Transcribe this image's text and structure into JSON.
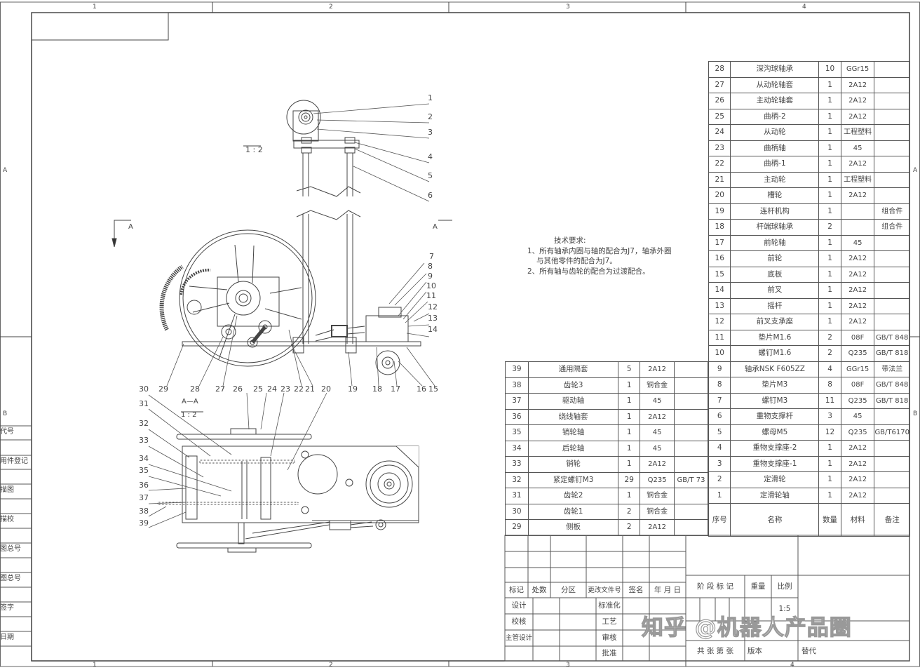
{
  "frame": {
    "zones_top": [
      "1",
      "2",
      "3",
      "4"
    ],
    "zones_bottom": [
      "1",
      "2",
      "3",
      "4"
    ],
    "rows_left": [
      "A",
      "B"
    ],
    "rows_right": [
      "A",
      "B"
    ]
  },
  "left_margin": {
    "labels": [
      "代号",
      "用件登记",
      "描图",
      "描校",
      "图总号",
      "图总号",
      "签字",
      "日期"
    ]
  },
  "views": {
    "main_scale": "1 : 2",
    "section_arrow_left": "A",
    "section_arrow_right": "A",
    "section_title": "A—A",
    "section_scale": "1 : 2"
  },
  "balloons": [
    "1",
    "2",
    "3",
    "4",
    "5",
    "6",
    "7",
    "8",
    "9",
    "10",
    "11",
    "12",
    "13",
    "14",
    "15",
    "16",
    "17",
    "18",
    "19",
    "20",
    "21",
    "22",
    "23",
    "24",
    "25",
    "26",
    "27",
    "28",
    "29",
    "30",
    "31",
    "32",
    "33",
    "34",
    "35",
    "36",
    "37",
    "38",
    "39"
  ],
  "technical_requirements": {
    "title": "技术要求:",
    "lines": [
      "1、所有轴承内圈与轴的配合为J7，轴承外圈",
      "与其他零件的配合为J7。",
      "2、所有轴与齿轮的配合为过渡配合。"
    ]
  },
  "bom_right": [
    [
      "28",
      "深沟球轴承",
      "10",
      "GGr15",
      ""
    ],
    [
      "27",
      "从动轮轴套",
      "1",
      "2A12",
      ""
    ],
    [
      "26",
      "主动轮轴套",
      "1",
      "2A12",
      ""
    ],
    [
      "25",
      "曲柄-2",
      "1",
      "2A12",
      ""
    ],
    [
      "24",
      "从动轮",
      "1",
      "工程塑料",
      ""
    ],
    [
      "23",
      "曲柄轴",
      "1",
      "45",
      ""
    ],
    [
      "22",
      "曲柄-1",
      "1",
      "2A12",
      ""
    ],
    [
      "21",
      "主动轮",
      "1",
      "工程塑料",
      ""
    ],
    [
      "20",
      "槽轮",
      "1",
      "2A12",
      ""
    ],
    [
      "19",
      "连杆机构",
      "1",
      "",
      "组合件"
    ],
    [
      "18",
      "杆端球轴承",
      "2",
      "",
      "组合件"
    ],
    [
      "17",
      "前轮轴",
      "1",
      "45",
      ""
    ],
    [
      "16",
      "前轮",
      "1",
      "2A12",
      ""
    ],
    [
      "15",
      "底板",
      "1",
      "2A12",
      ""
    ],
    [
      "14",
      "前叉",
      "1",
      "2A12",
      ""
    ],
    [
      "13",
      "摇杆",
      "1",
      "2A12",
      ""
    ],
    [
      "12",
      "前叉支承座",
      "1",
      "2A12",
      ""
    ],
    [
      "11",
      "垫片M1.6",
      "2",
      "08F",
      "GB/T 848"
    ],
    [
      "10",
      "螺钉M1.6",
      "2",
      "Q235",
      "GB/T 818"
    ],
    [
      "9",
      "轴承NSK F605ZZ",
      "4",
      "GGr15",
      "带法兰"
    ],
    [
      "8",
      "垫片M3",
      "8",
      "08F",
      "GB/T 848"
    ],
    [
      "7",
      "螺钉M3",
      "11",
      "Q235",
      "GB/T 818"
    ],
    [
      "6",
      "重物支撑杆",
      "3",
      "45",
      ""
    ],
    [
      "5",
      "螺母M5",
      "12",
      "Q235",
      "GB/T6170"
    ],
    [
      "4",
      "重物支撑座-2",
      "1",
      "2A12",
      ""
    ],
    [
      "3",
      "重物支撑座-1",
      "1",
      "2A12",
      ""
    ],
    [
      "2",
      "定滑轮",
      "1",
      "2A12",
      ""
    ],
    [
      "1",
      "定滑轮轴",
      "1",
      "2A12",
      ""
    ]
  ],
  "bom_header": [
    "序号",
    "名称",
    "数量",
    "材料",
    "备注"
  ],
  "bom_left": [
    [
      "39",
      "通用隔套",
      "5",
      "2A12",
      ""
    ],
    [
      "38",
      "齿轮3",
      "1",
      "铜合金",
      ""
    ],
    [
      "37",
      "驱动轴",
      "1",
      "45",
      ""
    ],
    [
      "36",
      "绕线轴套",
      "1",
      "2A12",
      ""
    ],
    [
      "35",
      "销轮轴",
      "1",
      "45",
      ""
    ],
    [
      "34",
      "后轮轴",
      "1",
      "45",
      ""
    ],
    [
      "33",
      "销轮",
      "1",
      "2A12",
      ""
    ],
    [
      "32",
      "紧定螺钉M3",
      "29",
      "Q235",
      "GB/T 73"
    ],
    [
      "31",
      "齿轮2",
      "1",
      "铜合金",
      ""
    ],
    [
      "30",
      "齿轮1",
      "2",
      "铜合金",
      ""
    ],
    [
      "29",
      "侧板",
      "2",
      "2A12",
      ""
    ]
  ],
  "title_block": {
    "revision_headers": [
      "标记",
      "处数",
      "分区",
      "更改文件号",
      "签名",
      "年 月 日"
    ],
    "sign_rows": [
      "设计",
      "校核",
      "主管设计",
      ""
    ],
    "approval_rows": [
      "标准化",
      "工艺",
      "审核",
      "批准"
    ],
    "stage_mark": "阶 段 标 记",
    "weight": "重量",
    "scale_label": "比例",
    "scale_value": "1:5",
    "sheets": "共  张  第  张",
    "version": "版本",
    "replace": "替代"
  },
  "watermark": "知乎 @机器人产品圈"
}
